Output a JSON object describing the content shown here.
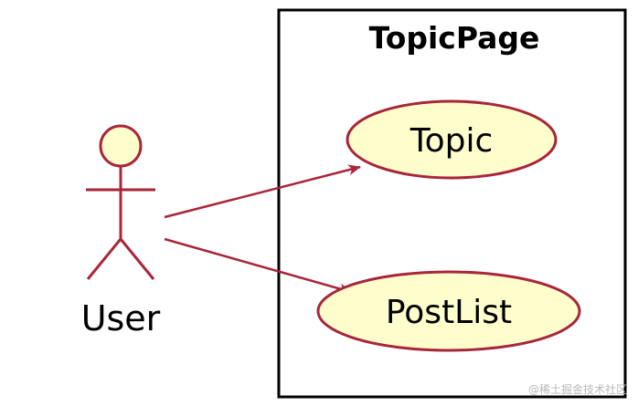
{
  "diagram": {
    "type": "use-case",
    "system": {
      "title": "TopicPage"
    },
    "actor": {
      "label": "User"
    },
    "use_cases": [
      {
        "id": "topic",
        "label": "Topic"
      },
      {
        "id": "postlist",
        "label": "PostList"
      }
    ],
    "associations": [
      {
        "from": "User",
        "to": "Topic"
      },
      {
        "from": "User",
        "to": "PostList"
      }
    ],
    "colors": {
      "fill": "#fefecd",
      "stroke": "#a8263a",
      "boundary": "#000000"
    }
  },
  "watermark": "@稀土掘金技术社区"
}
